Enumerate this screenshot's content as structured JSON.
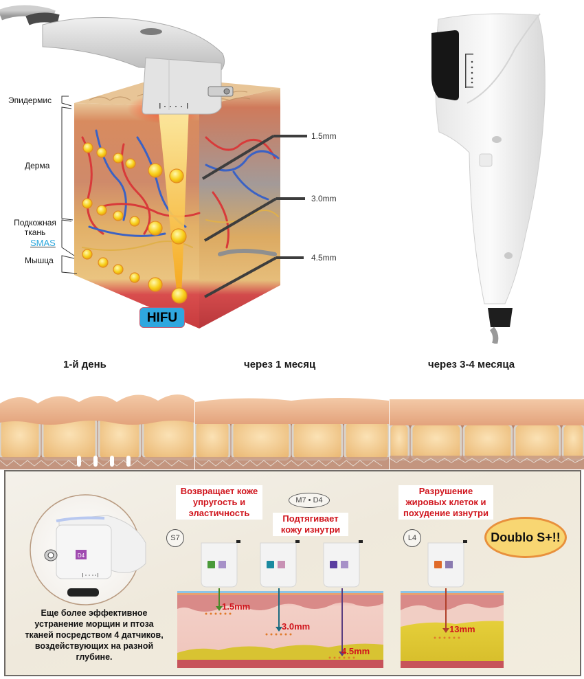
{
  "anatomy": {
    "layers": [
      {
        "id": "epidermis",
        "label": "Эпидермис"
      },
      {
        "id": "dermis",
        "label": "Дерма"
      },
      {
        "id": "subcutaneous",
        "label": "Подкожная ткань"
      },
      {
        "id": "smas",
        "label": "SMAS"
      },
      {
        "id": "muscle",
        "label": "Мышца"
      }
    ],
    "depth_markers": [
      "1.5mm",
      "3.0mm",
      "4.5mm"
    ],
    "badge": "HIFU",
    "colors": {
      "badge": "#2fa7df",
      "focus": "#f9d11e",
      "beam": "#f7b21a"
    }
  },
  "results": {
    "stages": [
      {
        "label": "1-й день"
      },
      {
        "label": "через 1 месяц"
      },
      {
        "label": "через 3-4 месяца"
      }
    ]
  },
  "cartridges": {
    "left_caption": "Еще более эффективное устранение морщин и птоза тканей посредством 4 датчиков, воздействующих на разной глубине.",
    "handpiece_tag": "D4",
    "callouts": {
      "elasticity": "Возвращает коже упругость и эластичность",
      "lifting": "Подтягивает кожу изнутри",
      "fat": "Разрушение жировых клеток и похудение изнутри"
    },
    "tags": {
      "s7": "S7",
      "m7_d4": "M7 • D4",
      "l4": "L4"
    },
    "transducers": [
      {
        "code": "S7",
        "color": "#4a9a3a",
        "depth": "1.5mm"
      },
      {
        "code": "M7",
        "color": "#1b8aa0",
        "depth": "3.0mm"
      },
      {
        "code": "D4",
        "color": "#5b3ea0",
        "depth": "4.5mm"
      },
      {
        "code": "L4",
        "color": "#e06a28",
        "depth": "13mm"
      }
    ],
    "brand_badge": "Doublo S+!!"
  }
}
